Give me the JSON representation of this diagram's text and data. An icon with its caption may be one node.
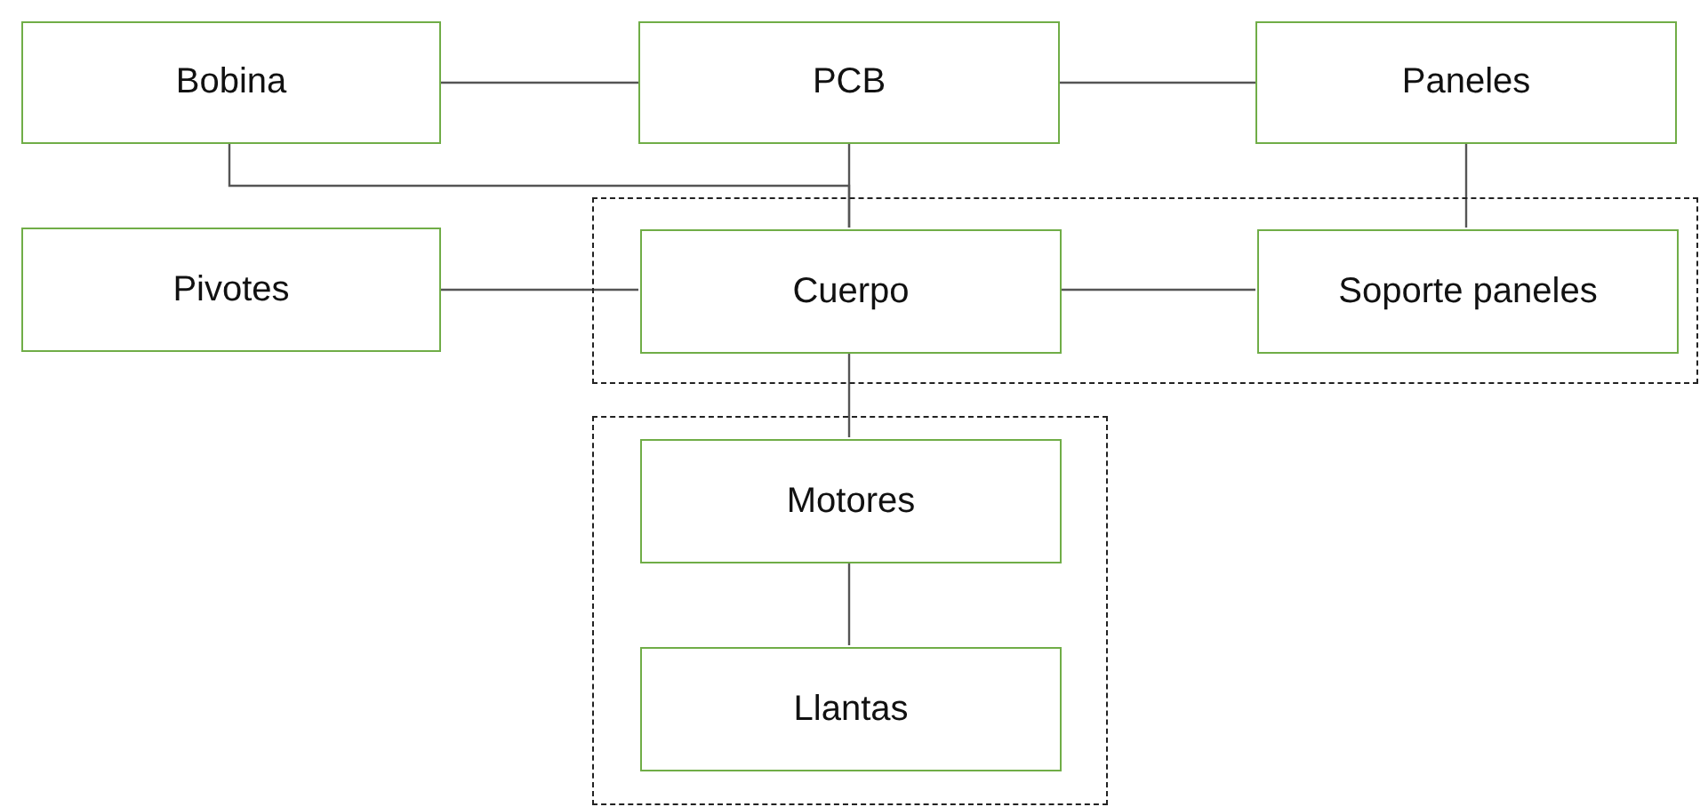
{
  "diagram": {
    "nodes": [
      {
        "text": [
          "Bobina"
        ]
      },
      {
        "text": [
          "PCB"
        ]
      },
      {
        "text": [
          "Paneles"
        ]
      },
      {
        "text": [],
        "shape": "box"
      },
      {
        "text": [
          "Pivotes"
        ]
      },
      {
        "text": [
          "Cuerpo"
        ],
        "in": 3
      },
      {
        "text": [
          "Soporte paneles"
        ],
        "in": 3
      },
      {
        "text": [],
        "shape": "box"
      },
      {
        "text": [
          "Motores"
        ],
        "in": 7
      },
      {
        "text": [
          "Llantas"
        ],
        "in": 7
      }
    ],
    "edges": [
      {
        "from": 0,
        "to": 1,
        "arrow": "none"
      },
      {
        "from": 1,
        "to": 2,
        "arrow": "none"
      },
      {
        "from": 1,
        "to": 5,
        "arrow": "none"
      },
      {
        "from": 0,
        "to": 5,
        "arrow": "none"
      },
      {
        "from": 2,
        "to": 6,
        "arrow": "none"
      },
      {
        "from": 4,
        "to": 5,
        "arrow": "none"
      },
      {
        "from": 5,
        "to": 6,
        "arrow": "none"
      },
      {
        "from": 5,
        "to": 8,
        "arrow": "none"
      },
      {
        "from": 8,
        "to": 9,
        "arrow": "none"
      }
    ]
  }
}
